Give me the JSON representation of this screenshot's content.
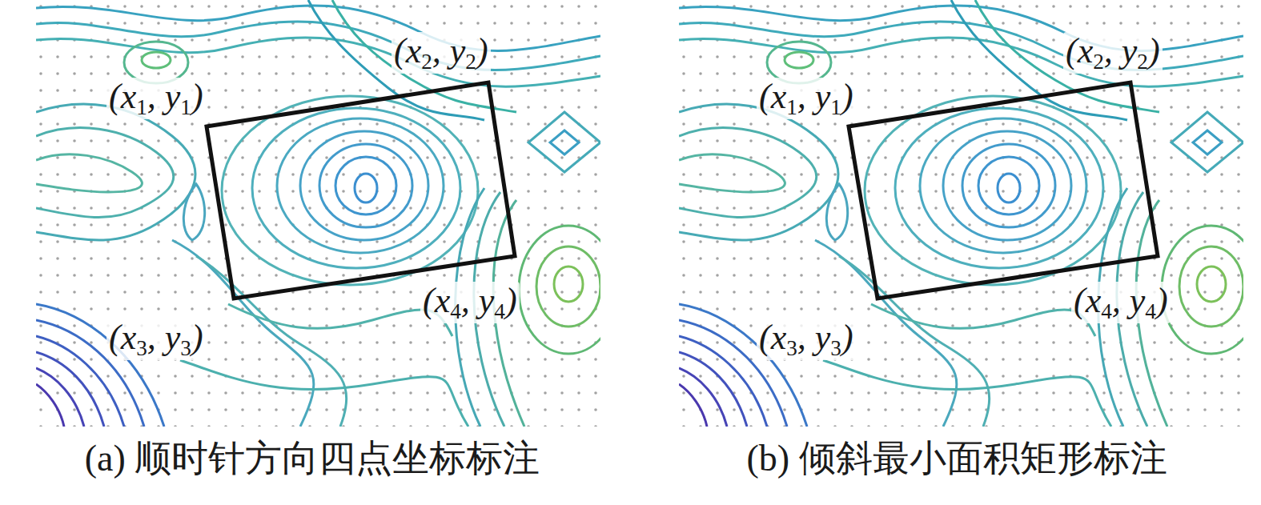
{
  "diagram": {
    "labels": [
      "(x1, y1)",
      "(x2, y2)",
      "(x3, y3)",
      "(x4, y4)",
      "(a) 顺时针方向四点坐标标注",
      "(x1, y1)",
      "(x2, y2)",
      "(x3, y3)",
      "(x4, y4)",
      "(b) 倾斜最小面积矩形标注"
    ]
  }
}
